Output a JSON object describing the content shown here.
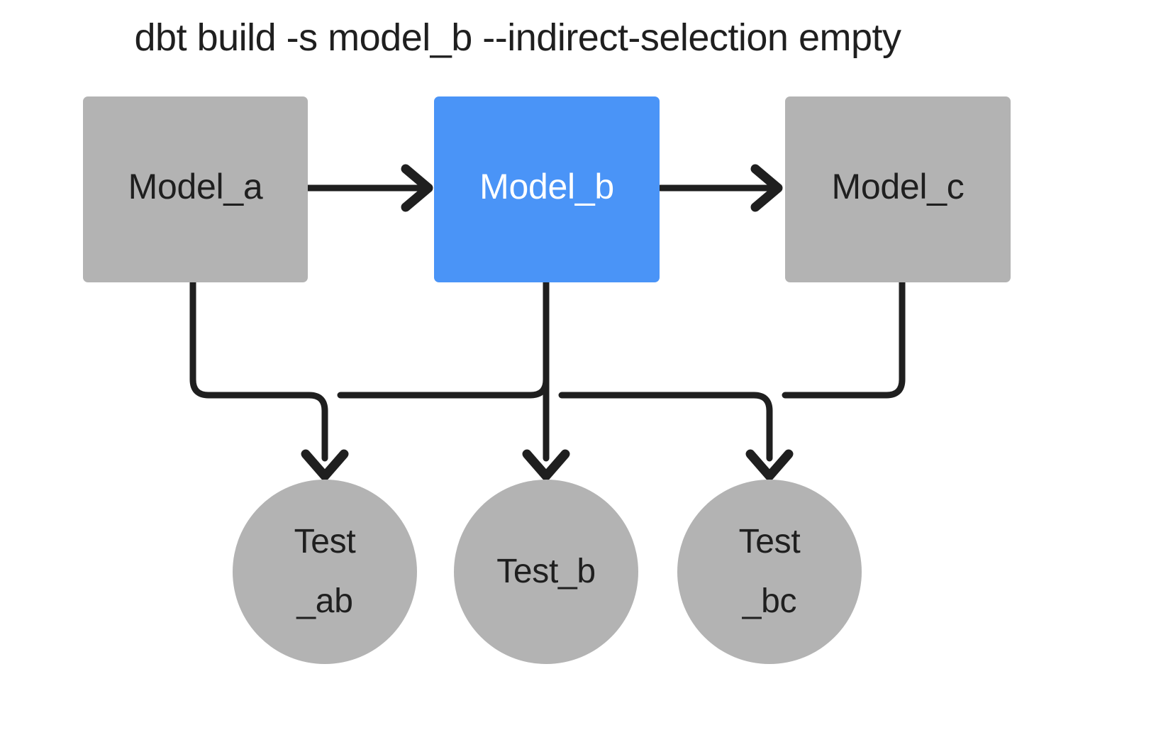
{
  "diagram": {
    "title": "dbt build -s model_b --indirect-selection empty",
    "colors": {
      "background": "#ffffff",
      "node_gray": "#b3b3b3",
      "node_selected_blue": "#4a94f7",
      "edge_black": "#1f1f1f",
      "text_dark": "#1f1f1f",
      "text_light": "#ffffff"
    },
    "models": [
      {
        "id": "model_a",
        "label": "Model_a",
        "shape": "rectangle",
        "state": "unselected",
        "fill": "#b3b3b3",
        "text_color": "#1f1f1f"
      },
      {
        "id": "model_b",
        "label": "Model_b",
        "shape": "rectangle",
        "state": "selected",
        "fill": "#4a94f7",
        "text_color": "#ffffff"
      },
      {
        "id": "model_c",
        "label": "Model_c",
        "shape": "rectangle",
        "state": "unselected",
        "fill": "#b3b3b3",
        "text_color": "#1f1f1f"
      }
    ],
    "tests": [
      {
        "id": "test_ab",
        "label": "Test\n_ab",
        "shape": "circle",
        "state": "unselected",
        "fill": "#b3b3b3",
        "text_color": "#1f1f1f"
      },
      {
        "id": "test_b",
        "label": "Test_b",
        "shape": "circle",
        "state": "unselected",
        "fill": "#b3b3b3",
        "text_color": "#1f1f1f"
      },
      {
        "id": "test_bc",
        "label": "Test\n_bc",
        "shape": "circle",
        "state": "unselected",
        "fill": "#b3b3b3",
        "text_color": "#1f1f1f"
      }
    ],
    "edges": [
      {
        "id": "edge-model-a-to-model-b",
        "from": "model_a",
        "to": "model_b",
        "style": "straight-arrow"
      },
      {
        "id": "edge-model-b-to-model-c",
        "from": "model_b",
        "to": "model_c",
        "style": "straight-arrow"
      },
      {
        "id": "edge-model-a-to-test-ab",
        "from": "model_a",
        "to": "test_ab",
        "style": "elbow-arrow"
      },
      {
        "id": "edge-model-b-to-test-ab",
        "from": "model_b",
        "to": "test_ab",
        "style": "elbow-arrow"
      },
      {
        "id": "edge-model-b-to-test-b",
        "from": "model_b",
        "to": "test_b",
        "style": "straight-arrow"
      },
      {
        "id": "edge-model-b-to-test-bc",
        "from": "model_b",
        "to": "test_bc",
        "style": "elbow-arrow"
      },
      {
        "id": "edge-model-c-to-test-bc",
        "from": "model_c",
        "to": "test_bc",
        "style": "elbow-arrow"
      }
    ]
  }
}
